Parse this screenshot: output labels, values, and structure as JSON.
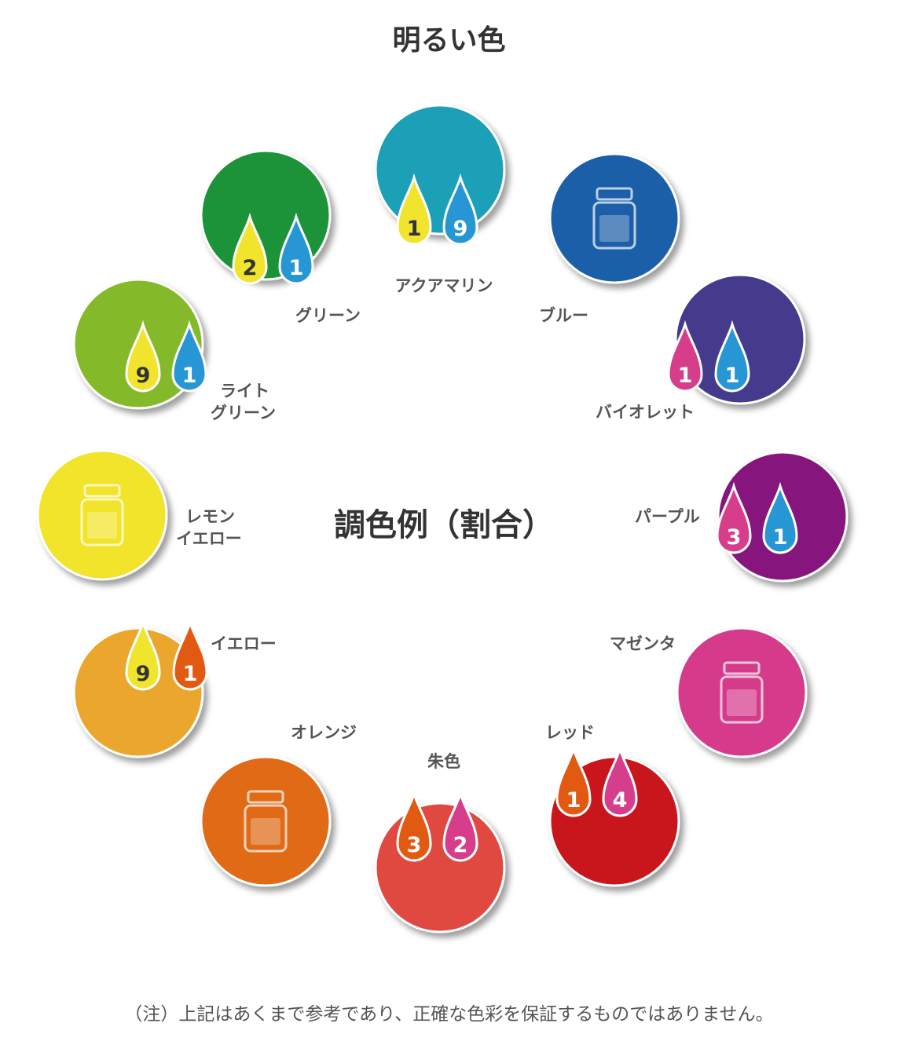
{
  "title": "明るい色",
  "center_title": "調色例（割合）",
  "note": "（注）上記はあくまで参考であり、正確な色彩を保証するものではありません。",
  "colors": {
    "aquamarine": "#1aa0b8",
    "blue": "#1f5ea9",
    "violet": "#443a8c",
    "purple": "#86197d",
    "magenta": "#d53b8a",
    "red": "#c8171f",
    "vermilion": "#df4a3f",
    "orange": "#e06a17",
    "yellow": "#eba62d",
    "lemon_yellow": "#f1e42b",
    "light_green": "#84ba2c",
    "green": "#1a9339",
    "drop_yellow": "#f0e42d",
    "drop_blue": "#2796d4",
    "drop_magenta": "#d63e8c",
    "drop_orange": "#e25a12"
  },
  "swatches": [
    {
      "key": "aquamarine",
      "label": [
        "アクアマリン"
      ],
      "icon": "drops",
      "drops": [
        {
          "value": "1",
          "color": "yellow"
        },
        {
          "value": "9",
          "color": "blue"
        }
      ]
    },
    {
      "key": "blue",
      "label": [
        "ブルー"
      ],
      "icon": "bottle-icon"
    },
    {
      "key": "violet",
      "label": [
        "バイオレット"
      ],
      "icon": "drops",
      "drops": [
        {
          "value": "1",
          "color": "magenta"
        },
        {
          "value": "1",
          "color": "blue"
        }
      ]
    },
    {
      "key": "purple",
      "label": [
        "パープル"
      ],
      "icon": "drops",
      "drops": [
        {
          "value": "3",
          "color": "magenta"
        },
        {
          "value": "1",
          "color": "blue"
        }
      ]
    },
    {
      "key": "magenta",
      "label": [
        "マゼンタ"
      ],
      "icon": "bottle-icon"
    },
    {
      "key": "red",
      "label": [
        "レッド"
      ],
      "icon": "drops",
      "drops": [
        {
          "value": "1",
          "color": "orange"
        },
        {
          "value": "4",
          "color": "magenta"
        }
      ]
    },
    {
      "key": "vermilion",
      "label": [
        "朱色"
      ],
      "icon": "drops",
      "drops": [
        {
          "value": "3",
          "color": "orange"
        },
        {
          "value": "2",
          "color": "magenta"
        }
      ]
    },
    {
      "key": "orange",
      "label": [
        "オレンジ"
      ],
      "icon": "bottle-icon"
    },
    {
      "key": "yellow",
      "label": [
        "イエロー"
      ],
      "icon": "drops",
      "drops": [
        {
          "value": "9",
          "color": "yellow"
        },
        {
          "value": "1",
          "color": "orange"
        }
      ]
    },
    {
      "key": "lemon_yellow",
      "label": [
        "レモン",
        "イエロー"
      ],
      "icon": "bottle-icon"
    },
    {
      "key": "light_green",
      "label": [
        "ライト",
        "グリーン"
      ],
      "icon": "drops",
      "drops": [
        {
          "value": "9",
          "color": "yellow"
        },
        {
          "value": "1",
          "color": "blue"
        }
      ]
    },
    {
      "key": "green",
      "label": [
        "グリーン"
      ],
      "icon": "drops",
      "drops": [
        {
          "value": "2",
          "color": "yellow"
        },
        {
          "value": "1",
          "color": "blue"
        }
      ]
    }
  ]
}
